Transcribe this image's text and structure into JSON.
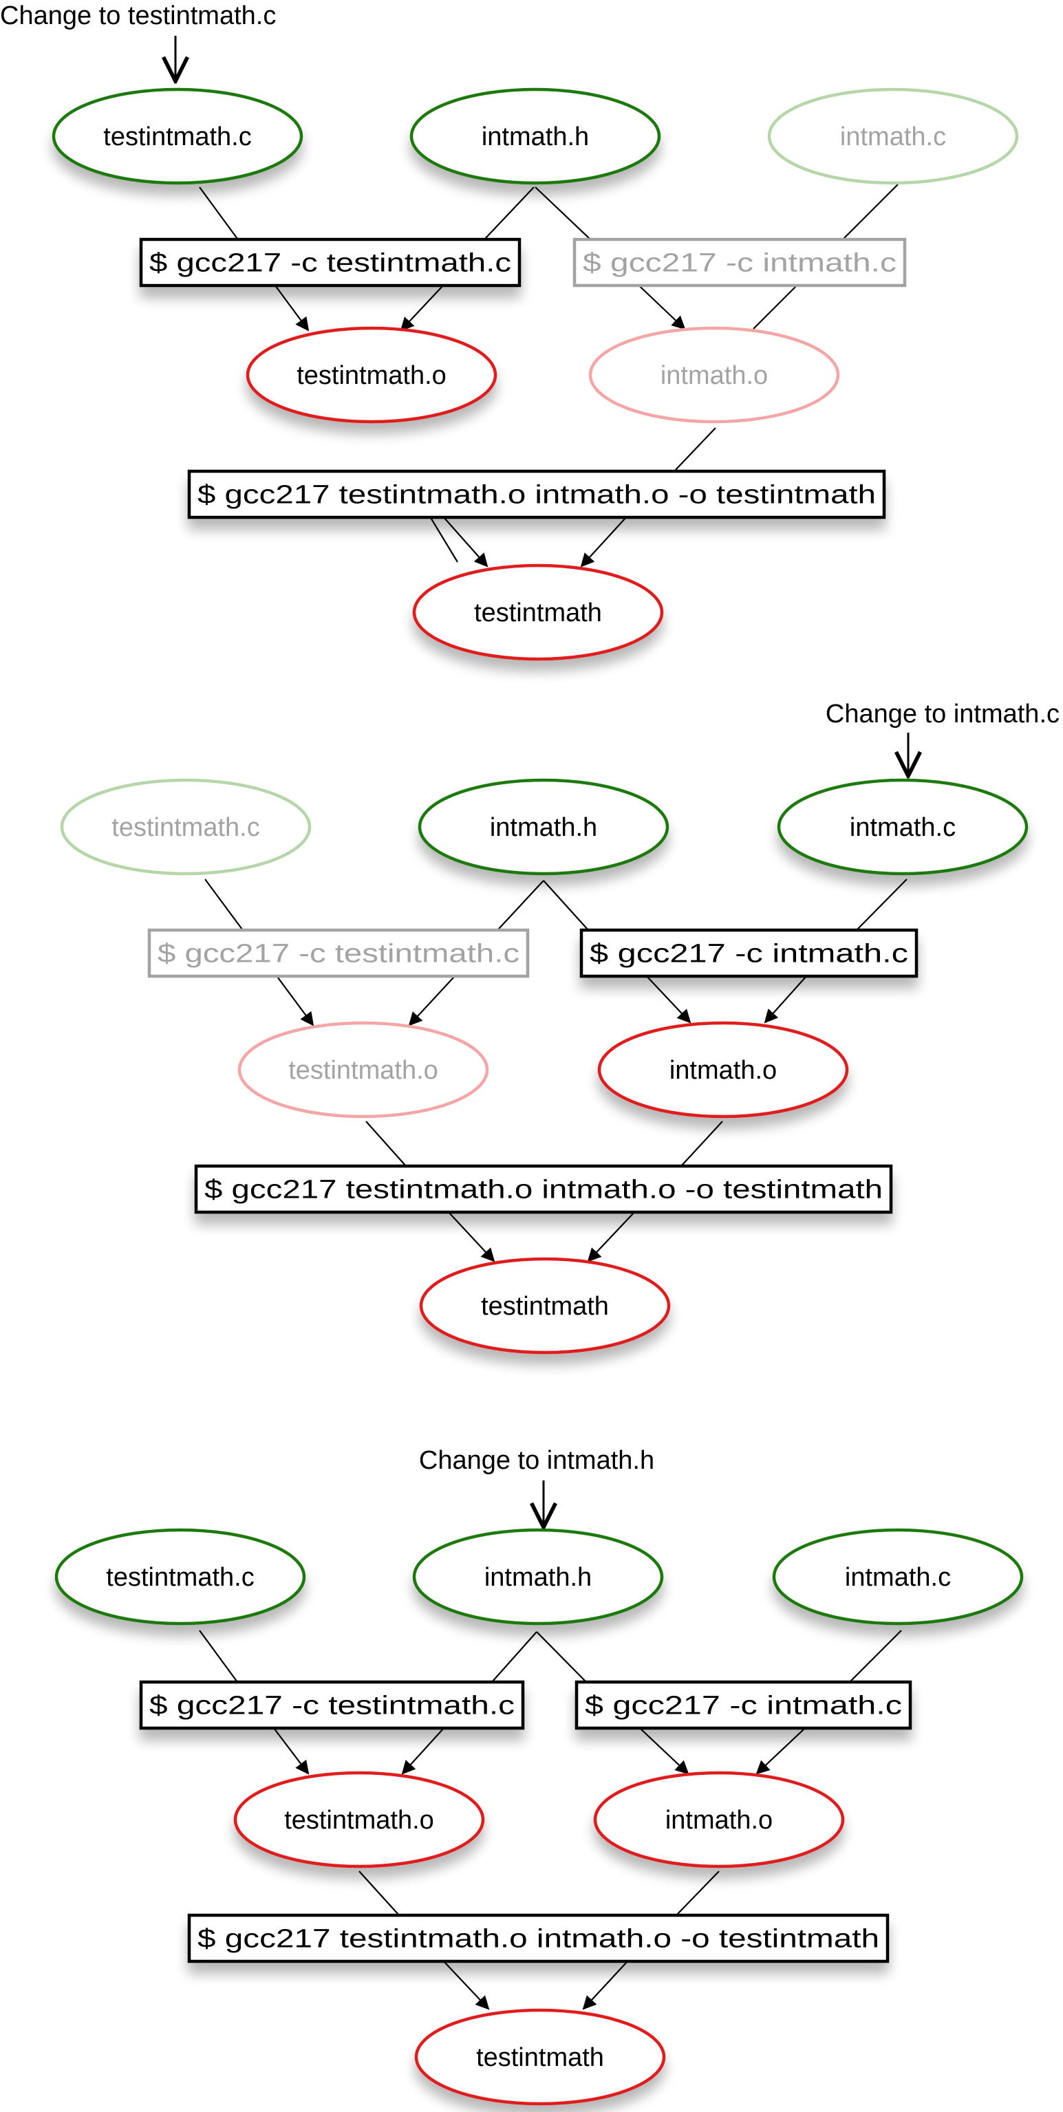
{
  "colors": {
    "source_stroke": "#1f7a0f",
    "output_stroke": "#e01a1a",
    "faded_source_stroke": "#b5d6a8",
    "faded_output_stroke": "#f4a6a6",
    "faded_text": "#a3a3a3",
    "faded_box_stroke": "#a3a3a3",
    "text": "#000000",
    "edge": "#000000"
  },
  "panels": [
    {
      "name": "change-testintmath-c",
      "change_label": "Change to testintmath.c",
      "nodes": {
        "src_test": {
          "label": "testintmath.c",
          "faded": false
        },
        "src_header": {
          "label": "intmath.h",
          "faded": false
        },
        "src_intmath": {
          "label": "intmath.c",
          "faded": true
        },
        "cmd_test": {
          "label": "$ gcc217 -c testintmath.c",
          "faded": false
        },
        "cmd_intmath": {
          "label": "$ gcc217 -c intmath.c",
          "faded": true
        },
        "obj_test": {
          "label": "testintmath.o",
          "faded": false
        },
        "obj_intmath": {
          "label": "intmath.o",
          "faded": true
        },
        "cmd_link": {
          "label": "$ gcc217 testintmath.o intmath.o -o testintmath",
          "faded": false
        },
        "exe": {
          "label": "testintmath",
          "faded": false
        }
      }
    },
    {
      "name": "change-intmath-c",
      "change_label": "Change to intmath.c",
      "nodes": {
        "src_test": {
          "label": "testintmath.c",
          "faded": true
        },
        "src_header": {
          "label": "intmath.h",
          "faded": false
        },
        "src_intmath": {
          "label": "intmath.c",
          "faded": false
        },
        "cmd_test": {
          "label": "$ gcc217 -c testintmath.c",
          "faded": true
        },
        "cmd_intmath": {
          "label": "$ gcc217 -c intmath.c",
          "faded": false
        },
        "obj_test": {
          "label": "testintmath.o",
          "faded": true
        },
        "obj_intmath": {
          "label": "intmath.o",
          "faded": false
        },
        "cmd_link": {
          "label": "$ gcc217 testintmath.o intmath.o -o testintmath",
          "faded": false
        },
        "exe": {
          "label": "testintmath",
          "faded": false
        }
      }
    },
    {
      "name": "change-intmath-h",
      "change_label": "Change to intmath.h",
      "nodes": {
        "src_test": {
          "label": "testintmath.c",
          "faded": false
        },
        "src_header": {
          "label": "intmath.h",
          "faded": false
        },
        "src_intmath": {
          "label": "intmath.c",
          "faded": false
        },
        "cmd_test": {
          "label": "$ gcc217 -c testintmath.c",
          "faded": false
        },
        "cmd_intmath": {
          "label": "$ gcc217 -c intmath.c",
          "faded": false
        },
        "obj_test": {
          "label": "testintmath.o",
          "faded": false
        },
        "obj_intmath": {
          "label": "intmath.o",
          "faded": false
        },
        "cmd_link": {
          "label": "$ gcc217 testintmath.o intmath.o -o testintmath",
          "faded": false
        },
        "exe": {
          "label": "testintmath",
          "faded": false
        }
      }
    }
  ]
}
